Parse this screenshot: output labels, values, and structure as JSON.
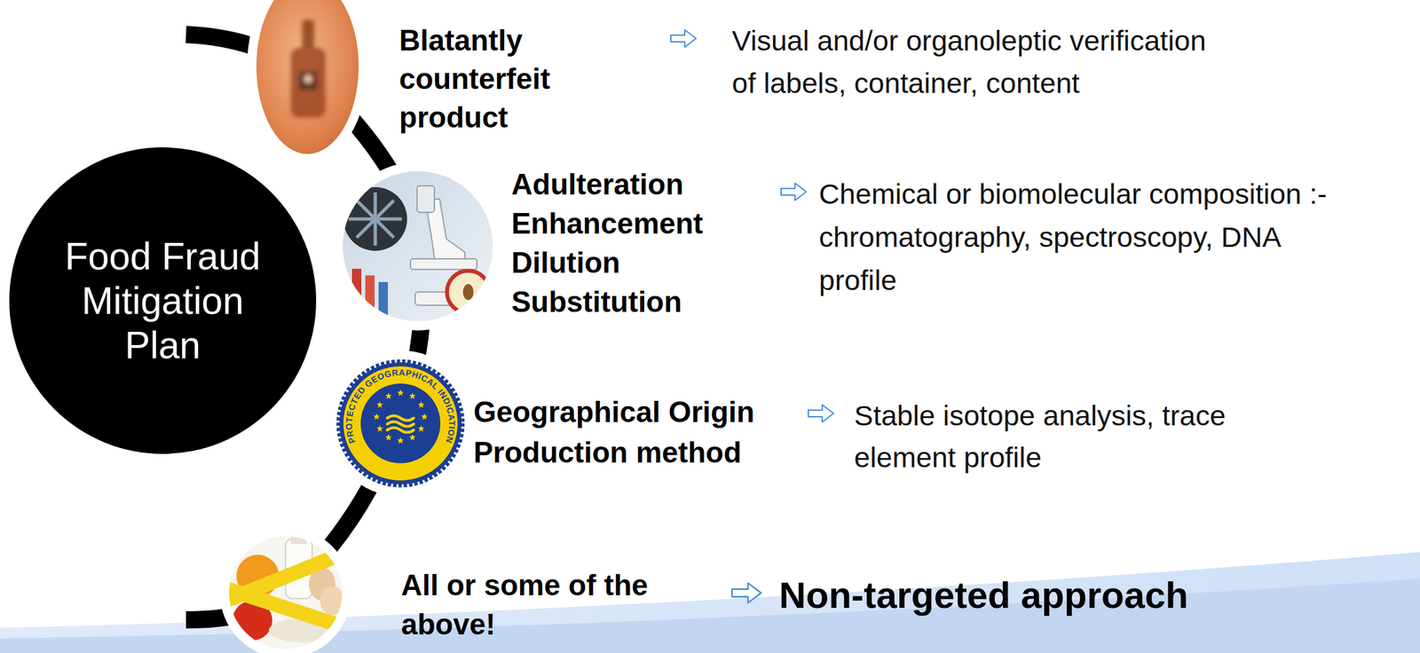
{
  "diagram": {
    "nodes": [
      {
        "text": [
          "Food Fraud Mitigation Plan"
        ]
      },
      {
        "text": [
          "Blatantly counterfeit product"
        ]
      },
      {
        "text": [
          "Adulteration Enhancement Dilution Substitution"
        ]
      },
      {
        "text": [
          "Geographical Origin Production method"
        ]
      },
      {
        "text": [
          "All or some of the above!"
        ]
      }
    ],
    "labels": [
      "Visual and/or organoleptic verification of labels, container, content",
      "Chemical or biomolecular composition :- chromatography, spectroscopy, DNA profile",
      "Stable isotope analysis, trace element profile",
      "Non-targeted approach",
      "PROTECTED GEOGRAPHICAL INDICATION"
    ]
  }
}
